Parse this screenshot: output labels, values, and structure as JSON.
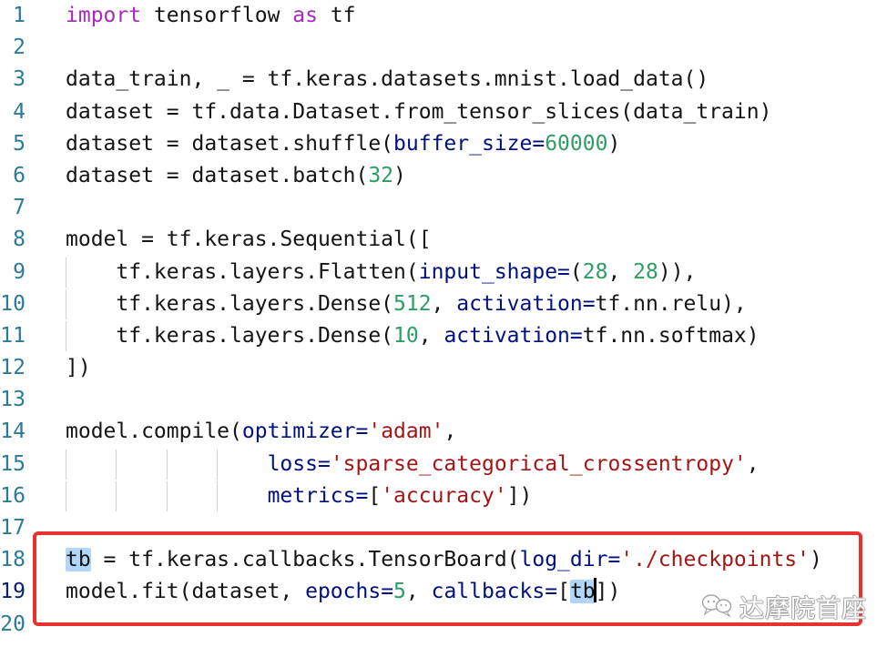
{
  "editor": {
    "colors": {
      "plain": "#141414",
      "keyword": "#a928be",
      "param": "#001080",
      "number": "#2c9e64",
      "string": "#a31515",
      "lineNumber": "#2b7a99",
      "activeLineNumber": "#0b216f",
      "selection": "#b2d6fa",
      "indentGuide": "#d0d0d0",
      "highlightBox": "#e8322e",
      "background": "#ffffff"
    },
    "lines": [
      {
        "num": "1",
        "tokens": [
          [
            "kw",
            "import"
          ],
          [
            "pl",
            " tensorflow "
          ],
          [
            "kw",
            "as"
          ],
          [
            "pl",
            " tf"
          ]
        ]
      },
      {
        "num": "2",
        "tokens": []
      },
      {
        "num": "3",
        "tokens": [
          [
            "pl",
            "data_train, _ = tf.keras.datasets.mnist.load_data()"
          ]
        ]
      },
      {
        "num": "4",
        "tokens": [
          [
            "pl",
            "dataset = tf.data.Dataset.from_tensor_slices(data_train)"
          ]
        ]
      },
      {
        "num": "5",
        "tokens": [
          [
            "pl",
            "dataset = dataset.shuffle("
          ],
          [
            "pm",
            "buffer_size="
          ],
          [
            "num",
            "60000"
          ],
          [
            "pl",
            ")"
          ]
        ]
      },
      {
        "num": "6",
        "tokens": [
          [
            "pl",
            "dataset = dataset.batch("
          ],
          [
            "num",
            "32"
          ],
          [
            "pl",
            ")"
          ]
        ]
      },
      {
        "num": "7",
        "tokens": []
      },
      {
        "num": "8",
        "tokens": [
          [
            "pl",
            "model = tf.keras.Sequential(["
          ]
        ]
      },
      {
        "num": "9",
        "guides": [
          0
        ],
        "tokens": [
          [
            "pl",
            "    tf.keras.layers.Flatten("
          ],
          [
            "pm",
            "input_shape="
          ],
          [
            "pl",
            "("
          ],
          [
            "num",
            "28"
          ],
          [
            "pl",
            ", "
          ],
          [
            "num",
            "28"
          ],
          [
            "pl",
            ")),"
          ]
        ]
      },
      {
        "num": "10",
        "guides": [
          0
        ],
        "tokens": [
          [
            "pl",
            "    tf.keras.layers.Dense("
          ],
          [
            "num",
            "512"
          ],
          [
            "pl",
            ", "
          ],
          [
            "pm",
            "activation="
          ],
          [
            "pl",
            "tf.nn.relu),"
          ]
        ]
      },
      {
        "num": "11",
        "guides": [
          0
        ],
        "tokens": [
          [
            "pl",
            "    tf.keras.layers.Dense("
          ],
          [
            "num",
            "10"
          ],
          [
            "pl",
            ", "
          ],
          [
            "pm",
            "activation="
          ],
          [
            "pl",
            "tf.nn.softmax)"
          ]
        ]
      },
      {
        "num": "12",
        "tokens": [
          [
            "pl",
            "])"
          ]
        ]
      },
      {
        "num": "13",
        "tokens": []
      },
      {
        "num": "14",
        "tokens": [
          [
            "pl",
            "model.compile("
          ],
          [
            "pm",
            "optimizer="
          ],
          [
            "str",
            "'adam'"
          ],
          [
            "pl",
            ","
          ]
        ]
      },
      {
        "num": "15",
        "guides": [
          0,
          4,
          8,
          12
        ],
        "tokens": [
          [
            "pl",
            "                "
          ],
          [
            "pm",
            "loss="
          ],
          [
            "str",
            "'sparse_categorical_crossentropy'"
          ],
          [
            "pl",
            ","
          ]
        ]
      },
      {
        "num": "16",
        "guides": [
          0,
          4,
          8,
          12
        ],
        "tokens": [
          [
            "pl",
            "                "
          ],
          [
            "pm",
            "metrics="
          ],
          [
            "pl",
            "["
          ],
          [
            "str",
            "'accuracy'"
          ],
          [
            "pl",
            "])"
          ]
        ]
      },
      {
        "num": "17",
        "tokens": []
      },
      {
        "num": "18",
        "tokens": [
          [
            "sel",
            "tb"
          ],
          [
            "pl",
            " = tf.keras.callbacks.TensorBoard("
          ],
          [
            "pm",
            "log_dir="
          ],
          [
            "str",
            "'./checkpoints'"
          ],
          [
            "pl",
            ")"
          ]
        ]
      },
      {
        "num": "19",
        "active": true,
        "tokens": [
          [
            "pl",
            "model.fit(dataset, "
          ],
          [
            "pm",
            "epochs="
          ],
          [
            "num",
            "5"
          ],
          [
            "pl",
            ", "
          ],
          [
            "pm",
            "callbacks="
          ],
          [
            "pl",
            "["
          ],
          [
            "sel",
            "tb"
          ],
          [
            "caret",
            ""
          ],
          [
            "pl",
            "])"
          ]
        ]
      },
      {
        "num": "20",
        "tokens": []
      }
    ]
  },
  "annotation": {
    "highlight_lines": "18-19"
  },
  "watermark": {
    "text": "达摩院首座",
    "icon": "chat-bubbles-icon"
  }
}
